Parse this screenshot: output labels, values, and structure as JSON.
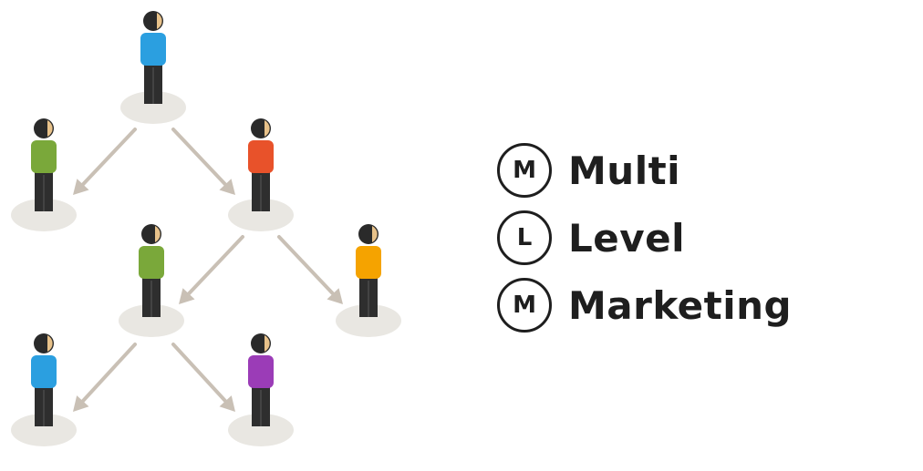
{
  "diagram": {
    "people": [
      {
        "id": "top",
        "shirt": "#2b9fe0"
      },
      {
        "id": "level2-left",
        "shirt": "#7aa83a"
      },
      {
        "id": "level2-right",
        "shirt": "#e8522a"
      },
      {
        "id": "level3-left",
        "shirt": "#7aa83a"
      },
      {
        "id": "level3-right",
        "shirt": "#f5a300"
      },
      {
        "id": "level4-left",
        "shirt": "#2b9fe0"
      },
      {
        "id": "level4-right",
        "shirt": "#9b3cb7"
      }
    ],
    "colors": {
      "head": "#2a2a2a",
      "face": "#e8c28a",
      "legs": "#2e2e2e",
      "shadow": "#e9e7e2",
      "arrow": "#c9c0b5"
    }
  },
  "legend": [
    {
      "letter": "M",
      "word": "Multi"
    },
    {
      "letter": "L",
      "word": "Level"
    },
    {
      "letter": "M",
      "word": "Marketing"
    }
  ]
}
